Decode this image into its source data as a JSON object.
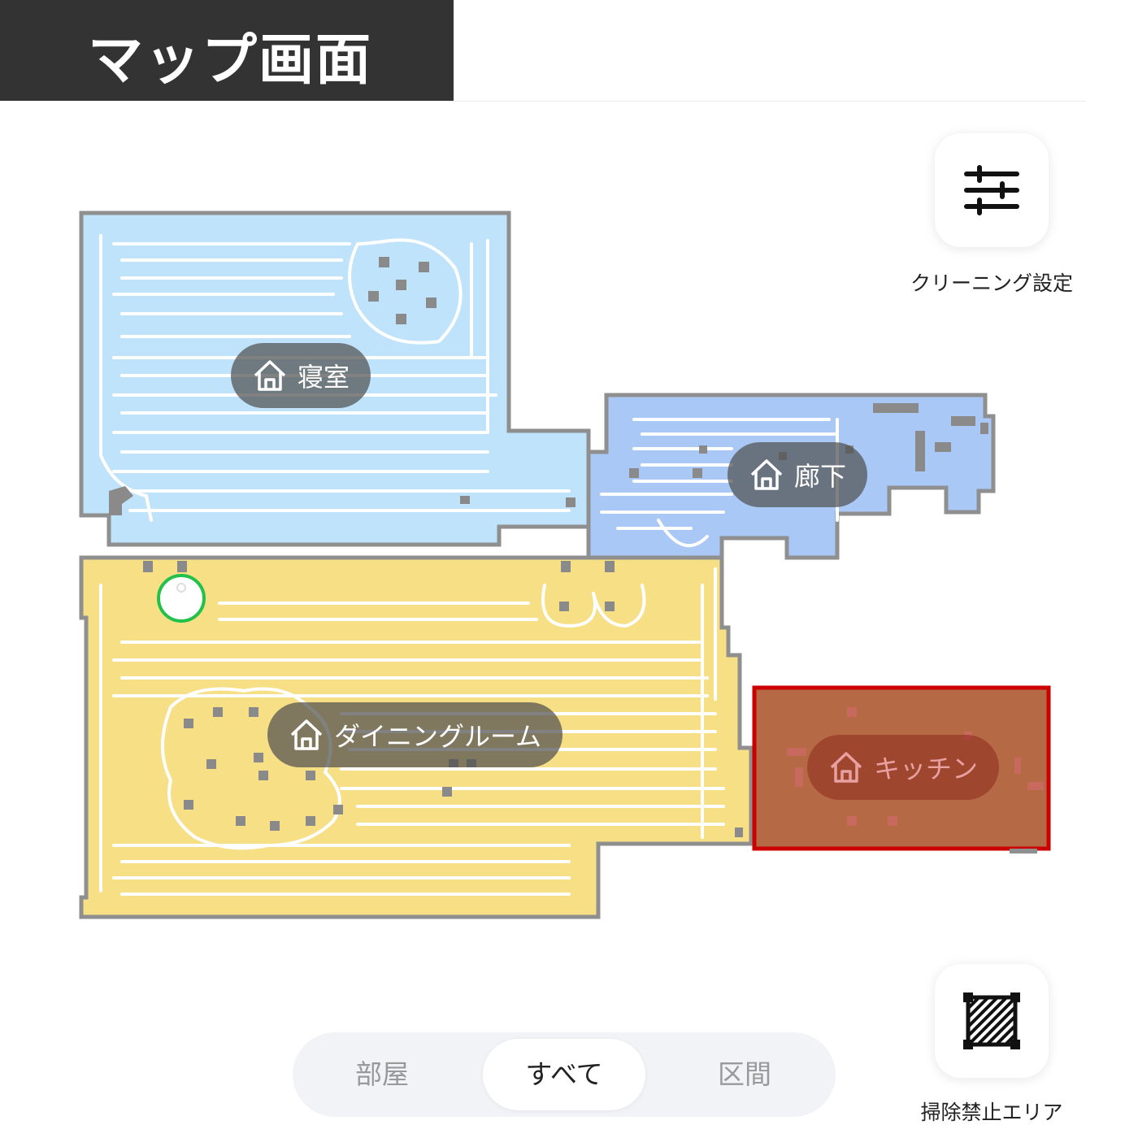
{
  "header": {
    "title": "マップ画面"
  },
  "rooms": [
    {
      "id": "bedroom",
      "label": "寝室",
      "color": "#bfe3fb"
    },
    {
      "id": "hallway",
      "label": "廊下",
      "color": "#a9c8f6"
    },
    {
      "id": "dining",
      "label": "ダイニングルーム",
      "color": "#f7df85"
    },
    {
      "id": "kitchen",
      "label": "キッチン",
      "color": "#b56a45"
    }
  ],
  "no_go_zone": {
    "room": "kitchen",
    "border_color": "#cc0000"
  },
  "robot": {
    "status_color": "#22c24a"
  },
  "controls": {
    "cleaning_settings": {
      "label": "クリーニング設定",
      "icon": "sliders-icon"
    },
    "no_go_area": {
      "label": "掃除禁止エリア",
      "icon": "hatched-square-icon"
    }
  },
  "segments": {
    "items": [
      "部屋",
      "すべて",
      "区間"
    ],
    "selected": "すべて"
  }
}
